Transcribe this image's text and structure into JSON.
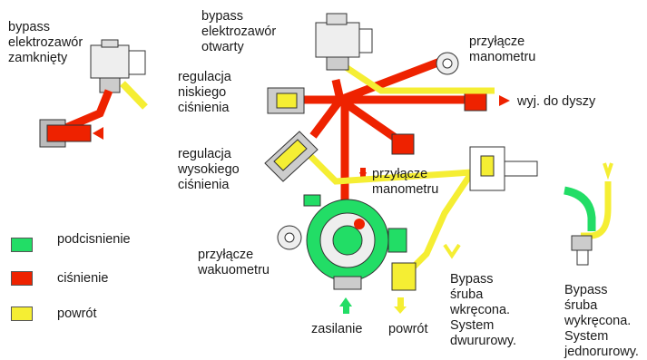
{
  "labels": {
    "bypass_closed": "bypass\nelektrozawór\nzamknięty",
    "bypass_open": "bypass\nelektrozawór\notwarty",
    "gauge_port_top": "przyłącze\nmanometru",
    "low_pressure_reg": "regulacja\nniskiego\nciśnienia",
    "nozzle_out": "wyj. do dyszy",
    "high_pressure_reg": "regulacja\nwysokiego\nciśnienia",
    "gauge_port_mid": "przyłącze\nmanometru",
    "vacuum_port": "przyłącze\nwakuometru",
    "supply": "zasilanie",
    "return": "powrót",
    "bypass_screw_in": "Bypass\nśruba\nwkręcona.\nSystem\ndwururowy.",
    "bypass_screw_out": "Bypass\nśruba\nwykręcona.\nSystem\njednorurowy."
  },
  "legend": [
    {
      "label": "podcisnienie",
      "color": "#22dd66"
    },
    {
      "label": "ciśnienie",
      "color": "#ee2200"
    },
    {
      "label": "powrót",
      "color": "#f5ee33"
    }
  ],
  "colors": {
    "pressure": "#ee2200",
    "vacuum": "#22dd66",
    "return": "#f5ee33"
  }
}
